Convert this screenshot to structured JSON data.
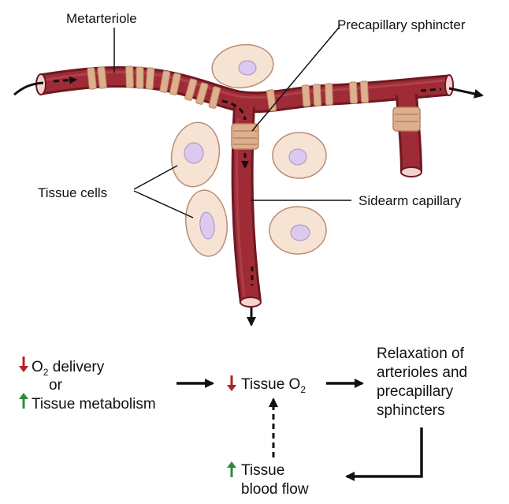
{
  "colors": {
    "vessel": "#9e2b36",
    "vessel_dark": "#6e1822",
    "vessel_light": "#c65a63",
    "sphincter": "#dcb08e",
    "sphincter_dark": "#b8845e",
    "cell_fill": "#f6e3d3",
    "cell_stroke": "#b98d72",
    "nucleus": "#dcc9ee",
    "nucleus_stroke": "#a691c4",
    "arrow_down": "#b21f2a",
    "arrow_up": "#2e8b3a"
  },
  "labels": {
    "metarteriole": "Metarteriole",
    "precapillary_sphincter": "Precapillary sphincter",
    "tissue_cells": "Tissue cells",
    "sidearm_capillary": "Sidearm capillary"
  },
  "flowchart": {
    "o2_delivery_pre": "O",
    "o2_delivery_sub": "2",
    "o2_delivery_post": " delivery",
    "or": "or",
    "tissue_metabolism": "Tissue metabolism",
    "tissue_o2_pre": "Tissue O",
    "tissue_o2_sub": "2",
    "relaxation": [
      "Relaxation of",
      "arterioles and",
      "precapillary",
      "sphincters"
    ],
    "tissue_blood_flow": [
      "Tissue",
      "blood flow"
    ]
  },
  "icons": {
    "decrease": "down-arrow-icon",
    "increase": "up-arrow-icon"
  }
}
